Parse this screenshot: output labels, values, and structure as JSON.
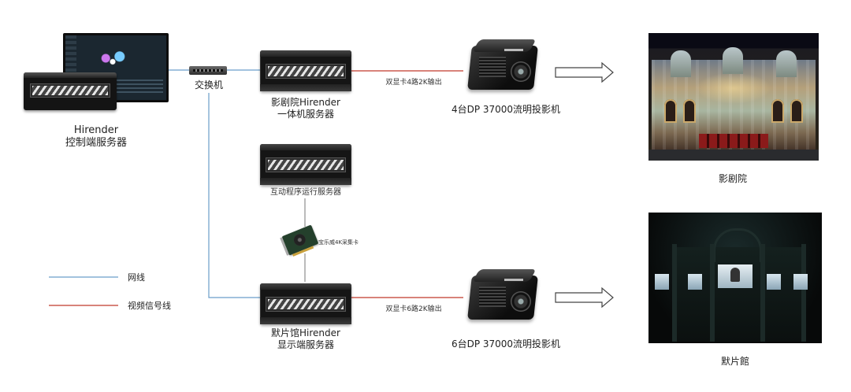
{
  "nodes": {
    "control": {
      "name": "Hirender",
      "desc": "控制端服务器"
    },
    "switch": {
      "label": "交换机"
    },
    "theater_server": {
      "line1": "影剧院Hirender",
      "line2": "一体机服务器"
    },
    "interactive_server": {
      "label": "互动程序运行服务器"
    },
    "capture_card": {
      "label": "宝乐威4K采集卡"
    },
    "silent_server": {
      "line1": "默片馆Hirender",
      "line2": "显示端服务器"
    },
    "theater_projectors": {
      "label": "4台DP 37000流明投影机"
    },
    "silent_projectors": {
      "label": "6台DP 37000流明投影机"
    },
    "theater_venue": {
      "label": "影剧院"
    },
    "silent_venue": {
      "label": "默片館"
    }
  },
  "links": {
    "theater_output": "双显卡4路2K输出",
    "silent_output": "双显卡6路2K输出"
  },
  "legend": {
    "network": {
      "label": "网线",
      "color": "#6a9ec9"
    },
    "video": {
      "label": "视频信号线",
      "color": "#c0392b"
    }
  }
}
